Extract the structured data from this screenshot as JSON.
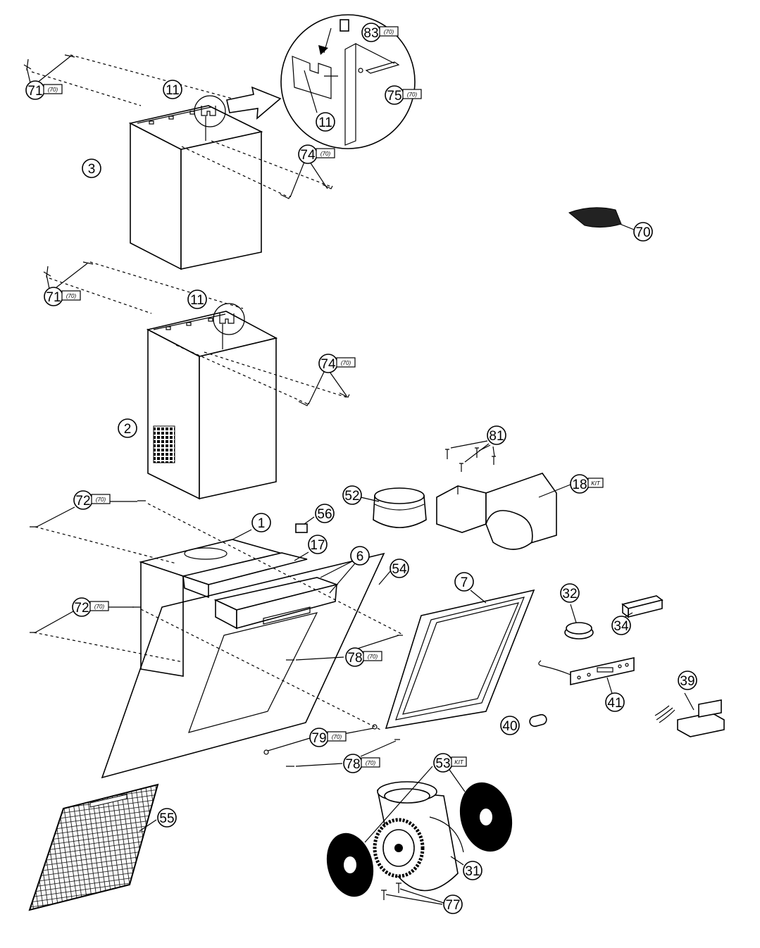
{
  "diagram": {
    "callouts": [
      {
        "id": "c71a",
        "num": "71",
        "tag": "(70)"
      },
      {
        "id": "c11a",
        "num": "11",
        "tag": ""
      },
      {
        "id": "c83",
        "num": "83",
        "tag": "(70)"
      },
      {
        "id": "c75",
        "num": "75",
        "tag": "(70)"
      },
      {
        "id": "c11b",
        "num": "11",
        "tag": ""
      },
      {
        "id": "c3",
        "num": "3",
        "tag": ""
      },
      {
        "id": "c74a",
        "num": "74",
        "tag": "(70)"
      },
      {
        "id": "c70",
        "num": "70",
        "tag": ""
      },
      {
        "id": "c71b",
        "num": "71",
        "tag": "(70)"
      },
      {
        "id": "c11c",
        "num": "11",
        "tag": ""
      },
      {
        "id": "c74b",
        "num": "74",
        "tag": "(70)"
      },
      {
        "id": "c2",
        "num": "2",
        "tag": ""
      },
      {
        "id": "c81",
        "num": "81",
        "tag": ""
      },
      {
        "id": "c18",
        "num": "18",
        "tag": "KIT"
      },
      {
        "id": "c52",
        "num": "52",
        "tag": ""
      },
      {
        "id": "c72a",
        "num": "72",
        "tag": "(70)"
      },
      {
        "id": "c1",
        "num": "1",
        "tag": ""
      },
      {
        "id": "c56",
        "num": "56",
        "tag": ""
      },
      {
        "id": "c17",
        "num": "17",
        "tag": ""
      },
      {
        "id": "c6",
        "num": "6",
        "tag": ""
      },
      {
        "id": "c54",
        "num": "54",
        "tag": ""
      },
      {
        "id": "c7",
        "num": "7",
        "tag": ""
      },
      {
        "id": "c32",
        "num": "32",
        "tag": ""
      },
      {
        "id": "c34",
        "num": "34",
        "tag": ""
      },
      {
        "id": "c72b",
        "num": "72",
        "tag": "(70)"
      },
      {
        "id": "c78a",
        "num": "78",
        "tag": "(70)"
      },
      {
        "id": "c41",
        "num": "41",
        "tag": ""
      },
      {
        "id": "c39",
        "num": "39",
        "tag": ""
      },
      {
        "id": "c40",
        "num": "40",
        "tag": ""
      },
      {
        "id": "c79",
        "num": "79",
        "tag": "(70)"
      },
      {
        "id": "c78b",
        "num": "78",
        "tag": "(70)"
      },
      {
        "id": "c53",
        "num": "53",
        "tag": "KIT"
      },
      {
        "id": "c55",
        "num": "55",
        "tag": ""
      },
      {
        "id": "c31",
        "num": "31",
        "tag": ""
      },
      {
        "id": "c77",
        "num": "77",
        "tag": ""
      }
    ]
  }
}
